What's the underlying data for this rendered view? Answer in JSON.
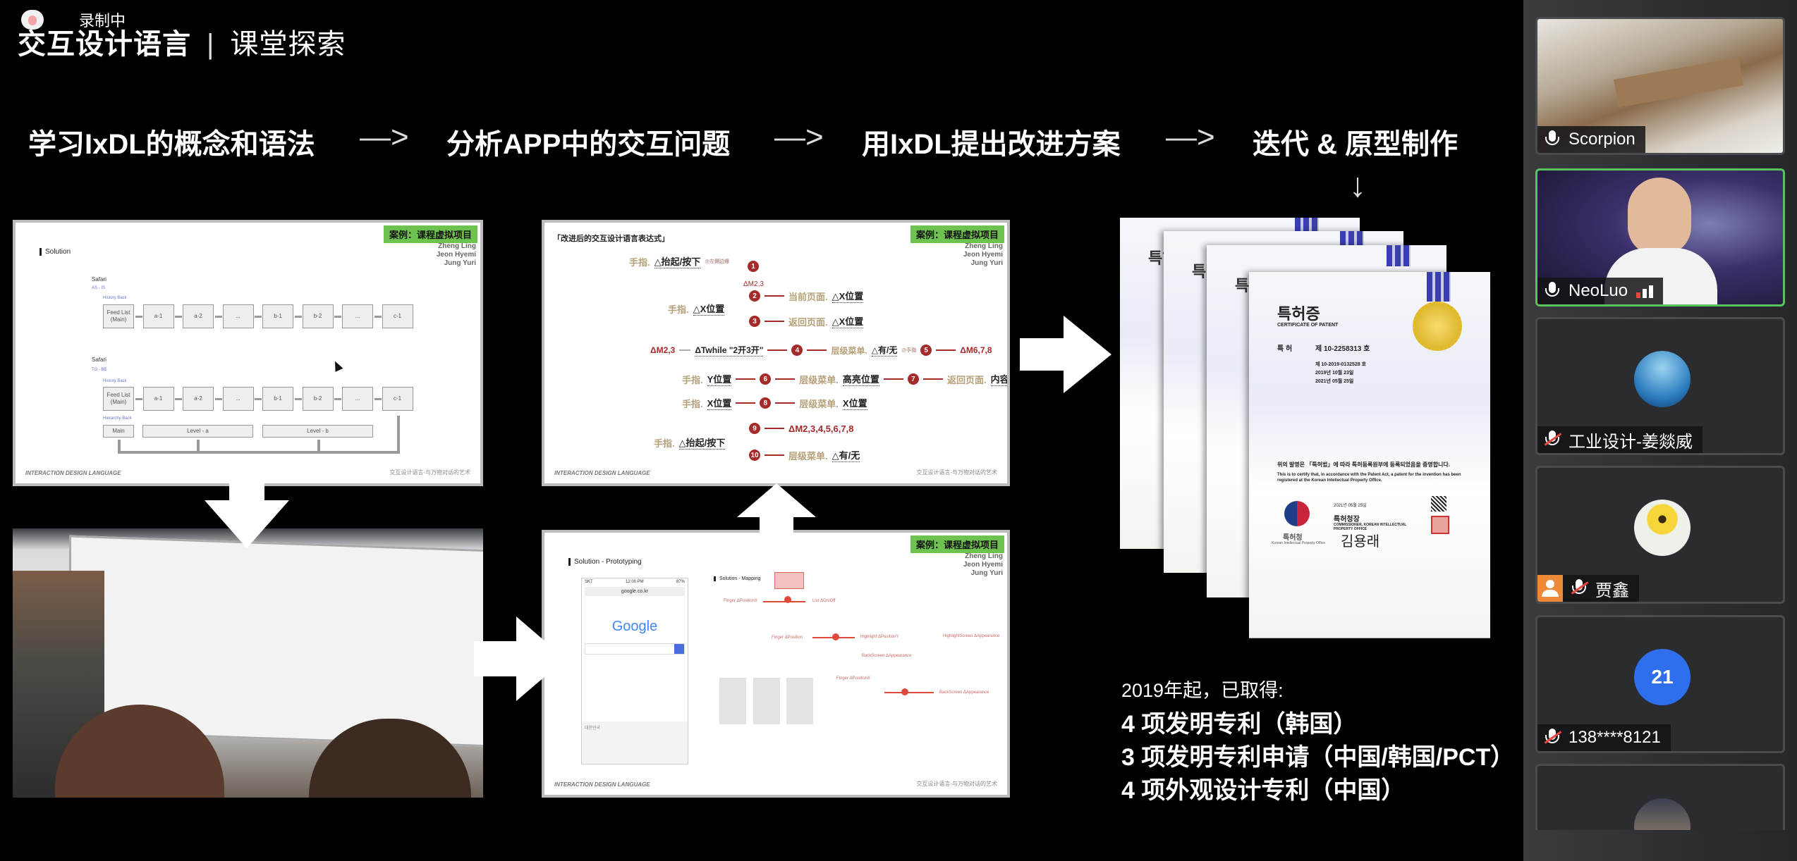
{
  "recording": {
    "label": "录制中",
    "icon": "cloud-record-icon"
  },
  "header": {
    "title": "交互设计语言",
    "separator": "|",
    "subtitle": "课堂探索"
  },
  "steps": [
    {
      "label": "学习IxDL的概念和语法"
    },
    {
      "label": "分析APP中的交互问题"
    },
    {
      "label": "用IxDL提出改进方案"
    },
    {
      "label": "迭代 & 原型制作"
    }
  ],
  "step_arrow": "—>",
  "down_arrow": "↓",
  "slide_common": {
    "badge": "案例：课程虚拟项目",
    "names": [
      "Zheng Ling",
      "Jeon Hyemi",
      "Jung Yuri"
    ],
    "footer_left": "INTERACTION DESIGN LANGUAGE",
    "footer_right": "交互设计语言-与万物对话的艺术"
  },
  "slide1": {
    "heading": "Solution",
    "section1": {
      "title": "Safari",
      "subtitle": "AS - IS",
      "row_label": "History Back"
    },
    "section2": {
      "title": "Safari",
      "subtitle": "TO - BE",
      "row_label": "History Back",
      "hierarchy_label": "Hierarchy Back"
    },
    "boxes": [
      "Feed List (Main)",
      "a-1",
      "a-2",
      "...",
      "b-1",
      "b-2",
      "...",
      "c-1"
    ],
    "levels": [
      "Main",
      "Level - a",
      "Level - b"
    ]
  },
  "slide2": {
    "heading": "「改进后的交互设计语言表达式」",
    "rows": [
      {
        "src_tan": "手指.",
        "src": "△抬起/按下",
        "note": "@左侧边缘",
        "num": "1"
      },
      {
        "num": "ΔM2,3"
      },
      {
        "src_tan": "手指.",
        "src": "△X位置",
        "branches": [
          {
            "num": "2",
            "dst_tan": "当前页面.",
            "dst": "△X位置"
          },
          {
            "num": "3",
            "dst_tan": "返回页面.",
            "dst": "△X位置"
          }
        ]
      },
      {
        "a": "ΔM2,3",
        "b": "ΔTwhile \"2开3开\"",
        "num1": "4",
        "dst_tan": "层级菜单.",
        "dst": "△有/无",
        "note": "@手指",
        "num2": "5",
        "end": "ΔM6,7,8"
      },
      {
        "src_tan": "手指.",
        "src": "Y位置",
        "num": "6",
        "dst_tan": "层级菜单.",
        "dst": "高亮位置",
        "num2": "7",
        "dst2_tan": "返回页面.",
        "dst2": "内容~"
      },
      {
        "src_tan": "手指.",
        "src": "X位置",
        "num": "8",
        "dst_tan": "层级菜单.",
        "dst": "X位置"
      },
      {
        "src_tan": "手指.",
        "src": "△抬起/按下",
        "branches": [
          {
            "num": "9",
            "dst_red": "ΔM2,3,4,5,6,7,8"
          },
          {
            "num": "10",
            "dst_tan": "层级菜单.",
            "dst": "△有/无"
          }
        ]
      }
    ]
  },
  "slide4": {
    "heading": "Solution - Prototyping",
    "phone": {
      "carrier": "SKT",
      "time": "12:00 PM",
      "battery": "87%",
      "url": "google.co.kr",
      "logo": "Google",
      "footer": "대한민국"
    },
    "mapping_heading": "Solution - Mapping",
    "mapping_labels": [
      "Finger ΔPositionX",
      "List ΔOn/Off",
      "Finger ΔPosition",
      "Highlight ΔPositionY",
      "HighlightScreen ΔAppearance",
      "BackScreen ΔAppearance",
      "Finger ΔPositionX",
      "BackScreen ΔAppearance"
    ]
  },
  "certificate": {
    "title": "특허증",
    "subtitle": "CERTIFICATE OF PATENT",
    "patent_label": "특 허",
    "patent_number": "제 10-2258313 호",
    "application_number": "제 10-2019-0132528 호",
    "filing_date": "2019년 10월 23일",
    "registration_date": "2021년 05월 25일",
    "statement_ko": "위의 발명은 「특허법」에 따라 특허등록원부에 등록되었음을 증명합니다.",
    "statement_en": "This is to certify that, in accordance with the Patent Act, a patent for the invention has been registered at the Korean Intellectual Property Office.",
    "date": "2021년 05월 25일",
    "office": "특허청",
    "office_en": "Korean Intellectual Property Office",
    "commissioner": "특허청장",
    "commissioner_en": "COMMISSIONER, KOREAN INTELLECTUAL PROPERTY OFFICE",
    "signature": "김용래"
  },
  "patents": {
    "intro": "2019年起，已取得:",
    "items": [
      "4 项发明专利（韩国）",
      "3 项发明专利申请（中国/韩国/PCT）",
      "4 项外观设计专利（中国）"
    ]
  },
  "participants": [
    {
      "name": "Scorpion",
      "muted": false,
      "video": true
    },
    {
      "name": "NeoLuo",
      "muted": false,
      "video": true,
      "speaking": true
    },
    {
      "name": "工业设计-姜燚威",
      "muted": true
    },
    {
      "name": "贾鑫",
      "muted": true,
      "host_icon": true
    },
    {
      "name": "138****8121",
      "muted": true,
      "avatar_text": "21"
    },
    {
      "name": "",
      "muted": true
    }
  ],
  "colors": {
    "badge_green": "#6ec24f",
    "active_border": "#58c35f",
    "mute_red": "#e5463f",
    "avatar_blue": "#2f6fee",
    "formula_red": "#a52a2a",
    "formula_tan": "#b5a078"
  }
}
